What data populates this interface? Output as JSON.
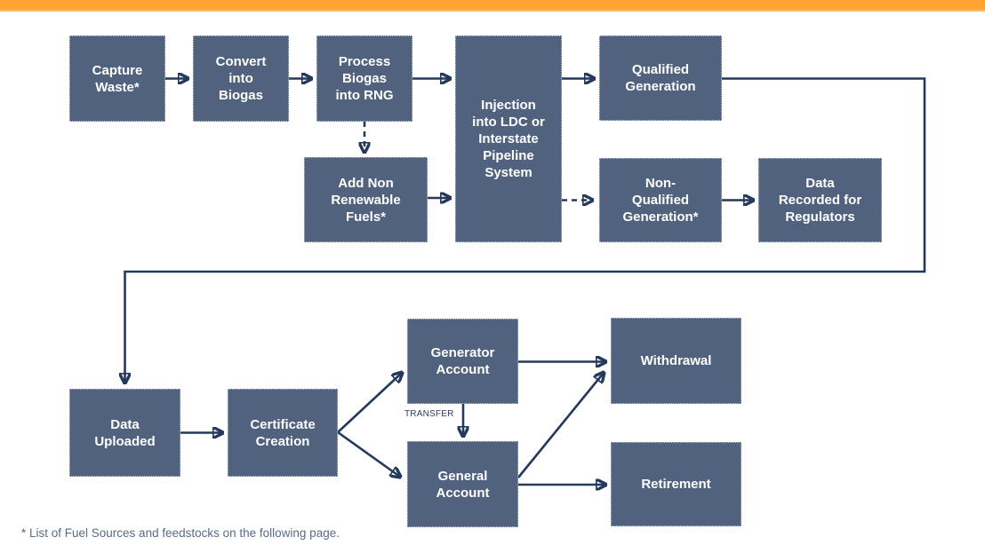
{
  "page": {
    "top_bar_color": "#FFA334",
    "background_color": "#FFFFFF"
  },
  "colors": {
    "node_fill": "#51627E",
    "node_text": "#FFFFFF",
    "connector": "#24395B",
    "footnote_text": "#5A6B88"
  },
  "diagram": {
    "nodes": [
      {
        "id": "capture-waste",
        "label": "Capture\nWaste*"
      },
      {
        "id": "convert-into-biogas",
        "label": "Convert\ninto\nBiogas"
      },
      {
        "id": "process-biogas-into-rng",
        "label": "Process\nBiogas\ninto RNG"
      },
      {
        "id": "injection-pipeline",
        "label": "Injection\ninto LDC or\nInterstate\nPipeline\nSystem"
      },
      {
        "id": "qualified-generation",
        "label": "Qualified\nGeneration"
      },
      {
        "id": "add-non-renewable-fuels",
        "label": "Add Non\nRenewable\nFuels*"
      },
      {
        "id": "non-qualified-generation",
        "label": "Non-\nQualified\nGeneration*"
      },
      {
        "id": "data-recorded-regulators",
        "label": "Data\nRecorded for\nRegulators"
      },
      {
        "id": "data-uploaded",
        "label": "Data\nUploaded"
      },
      {
        "id": "certificate-creation",
        "label": "Certificate\nCreation"
      },
      {
        "id": "generator-account",
        "label": "Generator\nAccount"
      },
      {
        "id": "withdrawal",
        "label": "Withdrawal"
      },
      {
        "id": "general-account",
        "label": "General\nAccount"
      },
      {
        "id": "retirement",
        "label": "Retirement"
      }
    ],
    "edge_label_transfer": "TRANSFER",
    "edges": [
      {
        "from": "capture-waste",
        "to": "convert-into-biogas",
        "style": "solid"
      },
      {
        "from": "convert-into-biogas",
        "to": "process-biogas-into-rng",
        "style": "solid"
      },
      {
        "from": "process-biogas-into-rng",
        "to": "injection-pipeline",
        "style": "solid"
      },
      {
        "from": "process-biogas-into-rng",
        "to": "add-non-renewable-fuels",
        "style": "dashed"
      },
      {
        "from": "add-non-renewable-fuels",
        "to": "injection-pipeline",
        "style": "solid"
      },
      {
        "from": "injection-pipeline",
        "to": "qualified-generation",
        "style": "solid"
      },
      {
        "from": "injection-pipeline",
        "to": "non-qualified-generation",
        "style": "dashed"
      },
      {
        "from": "non-qualified-generation",
        "to": "data-recorded-regulators",
        "style": "solid"
      },
      {
        "from": "qualified-generation",
        "to": "data-uploaded",
        "style": "solid"
      },
      {
        "from": "data-uploaded",
        "to": "certificate-creation",
        "style": "solid"
      },
      {
        "from": "certificate-creation",
        "to": "generator-account",
        "style": "solid"
      },
      {
        "from": "certificate-creation",
        "to": "general-account",
        "style": "solid"
      },
      {
        "from": "generator-account",
        "to": "general-account",
        "style": "solid",
        "label": "TRANSFER"
      },
      {
        "from": "generator-account",
        "to": "withdrawal",
        "style": "solid"
      },
      {
        "from": "general-account",
        "to": "withdrawal",
        "style": "solid"
      },
      {
        "from": "general-account",
        "to": "retirement",
        "style": "solid"
      }
    ]
  },
  "footnote": "* List of Fuel Sources and feedstocks on the following page."
}
